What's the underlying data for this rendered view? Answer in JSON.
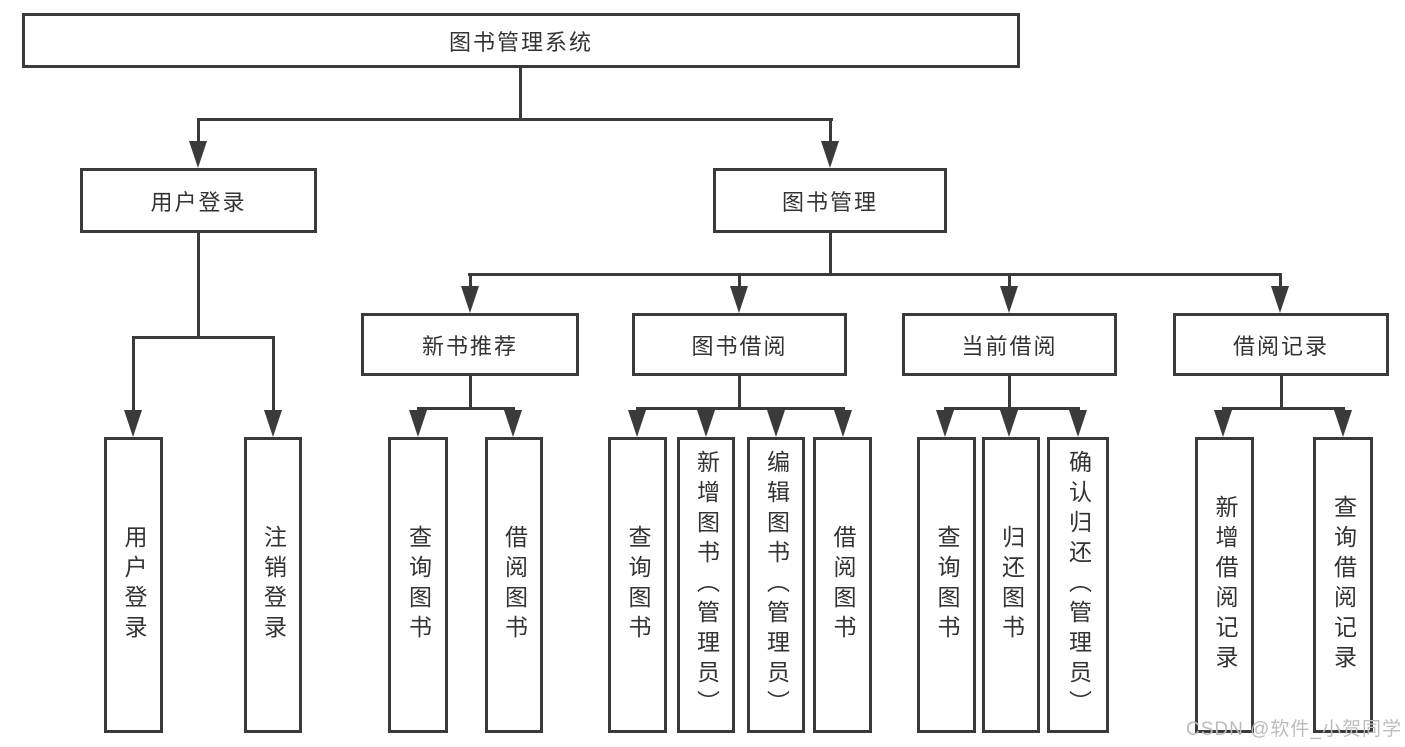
{
  "diagram": {
    "root": {
      "label": "图书管理系统"
    },
    "user_branch": {
      "label": "用户登录",
      "children": [
        {
          "label": "用户登录"
        },
        {
          "label": "注销登录"
        }
      ]
    },
    "book_branch": {
      "label": "图书管理",
      "sections": [
        {
          "label": "新书推荐",
          "children": [
            {
              "label": "查询图书"
            },
            {
              "label": "借阅图书"
            }
          ]
        },
        {
          "label": "图书借阅",
          "children": [
            {
              "label": "查询图书"
            },
            {
              "label": "新增图书（管理员）"
            },
            {
              "label": "编辑图书（管理员）"
            },
            {
              "label": "借阅图书"
            }
          ]
        },
        {
          "label": "当前借阅",
          "children": [
            {
              "label": "查询图书"
            },
            {
              "label": "归还图书"
            },
            {
              "label": "确认归还（管理员）"
            }
          ]
        },
        {
          "label": "借阅记录",
          "children": [
            {
              "label": "新增借阅记录"
            },
            {
              "label": "查询借阅记录"
            }
          ]
        }
      ]
    },
    "watermark": "CSDN @软件_小贺同学",
    "colors": {
      "line": "#3a3a3a",
      "text": "#333333",
      "watermark": "#bcbcbc",
      "background": "#ffffff"
    }
  }
}
